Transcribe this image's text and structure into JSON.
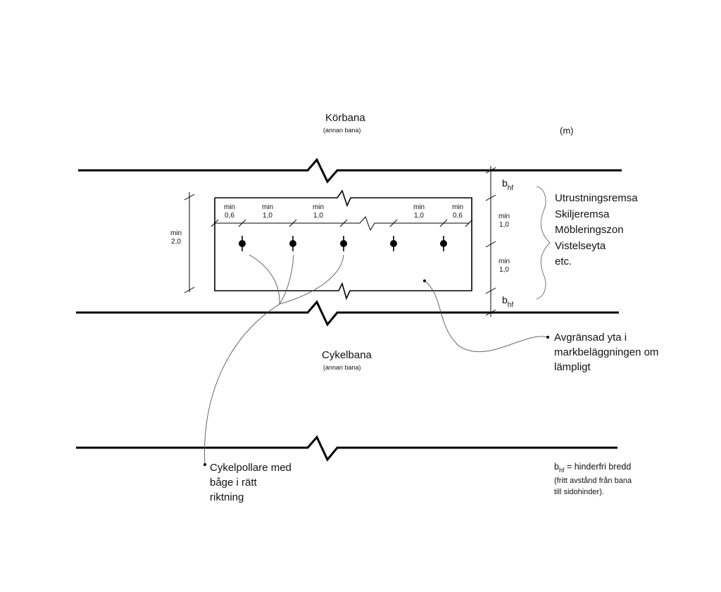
{
  "unit": "(m)",
  "roads": {
    "top": {
      "name": "Körbana",
      "note": "(annan bana)"
    },
    "middle": {
      "name": "Cykelbana",
      "note": "(annan bana)"
    }
  },
  "dimensions": {
    "horizontal": [
      {
        "min": "min",
        "value": "0,6"
      },
      {
        "min": "min",
        "value": "1,0"
      },
      {
        "min": "min",
        "value": "1,0"
      },
      {
        "min": "min",
        "value": "1,0"
      },
      {
        "min": "min",
        "value": "0,6"
      }
    ],
    "strip_height": {
      "min": "min",
      "value": "2,0"
    },
    "right_upper": {
      "min": "min",
      "value": "1,0"
    },
    "right_lower": {
      "min": "min",
      "value": "1,0"
    },
    "bhf_base": "b",
    "bhf_sub": "hf"
  },
  "strip_names": "Utrustningsremsa\nSkiljeremsa\nMöbleringszon\nVistelseyta\netc.",
  "callouts": {
    "surface": "Avgränsad yta i\nmarkbeläggningen om\nlämpligt",
    "bollard": "Cykelpollare med\nbåge i rätt\nriktning"
  },
  "legend": {
    "symbol_base": "b",
    "symbol_sub": "hf",
    "definition": " = hinderfri bredd",
    "note": "(fritt avstånd från bana\ntill sidohinder)."
  },
  "bollards": [
    1,
    2,
    3,
    4,
    5
  ],
  "colors": {
    "line": "#000000",
    "thin": "#555555"
  }
}
